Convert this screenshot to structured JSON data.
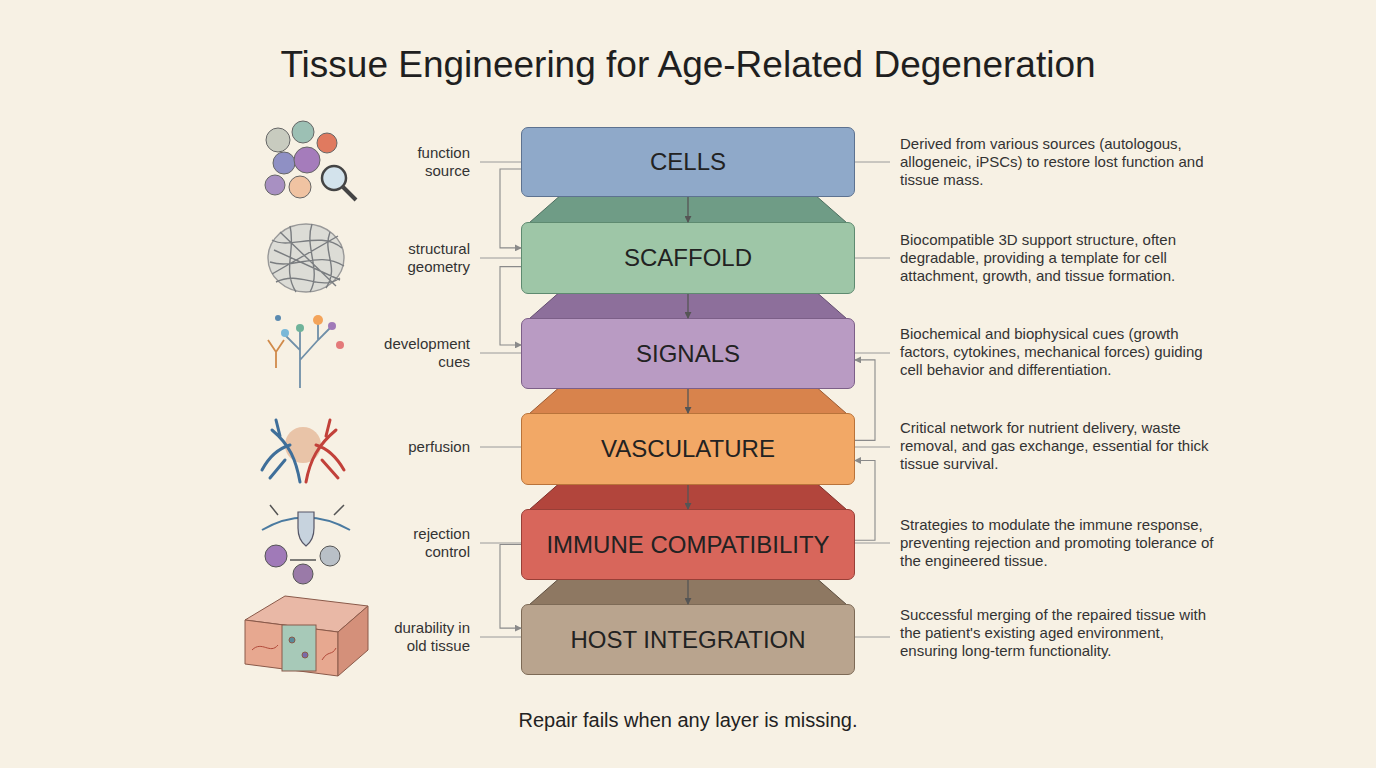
{
  "diagram": {
    "title": "Tissue Engineering for Age-Related Degeneration",
    "caption": "Repair fails when any layer is missing.",
    "nodes": [
      {
        "text": [
          "CELLS"
        ]
      },
      {
        "text": [
          "SCAFFOLD"
        ]
      },
      {
        "text": [
          "SIGNALS"
        ]
      },
      {
        "text": [
          "VASCULATURE"
        ]
      },
      {
        "text": [
          "IMMUNE COMPATIBILITY"
        ]
      },
      {
        "text": [
          "HOST INTEGRATION"
        ]
      }
    ],
    "edges": [
      {
        "from": 0,
        "to": 1,
        "arrow": "to"
      },
      {
        "from": 1,
        "to": 2,
        "arrow": "to"
      },
      {
        "from": 2,
        "to": 3,
        "arrow": "to"
      },
      {
        "from": 3,
        "to": 4,
        "arrow": "to"
      },
      {
        "from": 4,
        "to": 5,
        "arrow": "to"
      },
      {
        "from": 0,
        "to": 1,
        "arrow": "to"
      },
      {
        "from": 1,
        "to": 2,
        "arrow": "to"
      },
      {
        "from": 3,
        "to": 2,
        "arrow": "to"
      },
      {
        "from": 4,
        "to": 3,
        "arrow": "to"
      },
      {
        "from": 4,
        "to": 5,
        "arrow": "to"
      }
    ],
    "labels": [
      "function source",
      "Derived from various sources (autologous, allogeneic, iPSCs) to restore lost function and tissue mass.",
      "structural geometry",
      "Biocompatible 3D support structure, often degradable, providing a template for cell attachment, growth, and tissue formation.",
      "development cues",
      "Biochemical and biophysical cues (growth factors, cytokines, mechanical forces) guiding cell behavior and differentiation.",
      "perfusion",
      "Critical network for nutrient delivery, waste removal, and gas exchange, essential for thick tissue survival.",
      "rejection control",
      "Strategies to modulate the immune response, preventing rejection and promoting tolerance of the engineered tissue.",
      "durability in old tissue",
      "Successful merging of the repaired tissue with the patient's existing aged environment, ensuring long-term functionality."
    ]
  }
}
